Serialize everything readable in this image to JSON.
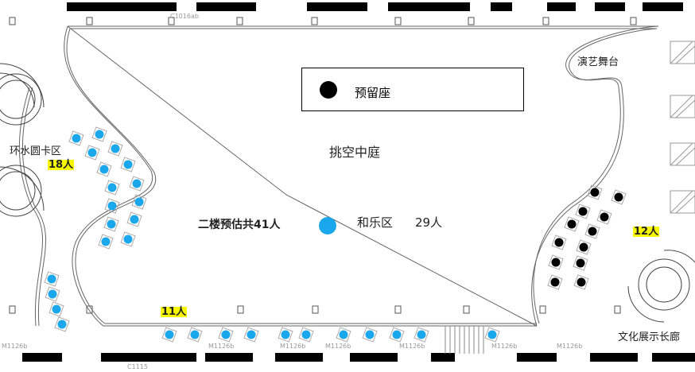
{
  "legend": {
    "reserved_label": "预留座"
  },
  "labels": {
    "atrium": "挑空中庭",
    "stage": "演艺舞台",
    "ring_area": "环水圆卡区",
    "gallery": "文化展示长廊",
    "floor_total": "二楼预估共41人",
    "music_zone": "和乐区",
    "music_count": "29人"
  },
  "badges": {
    "left": "18人",
    "bottom": "11人",
    "right": "12人"
  },
  "room_codes": {
    "top": "C1016ab",
    "b1": "M1126b",
    "b2": "M1126b",
    "b3": "M1126b",
    "b4": "M1126b",
    "b5": "M1126b",
    "b6": "M1126b",
    "b7": "M1126b",
    "bottom_left": "C1115"
  },
  "colors": {
    "reserved": "#000000",
    "music": "#1aa7ec",
    "badge": "#f7f700",
    "wall": "#000000"
  },
  "seats": {
    "left_cluster": 18,
    "bottom_row": 11,
    "right_reserved": 12
  }
}
